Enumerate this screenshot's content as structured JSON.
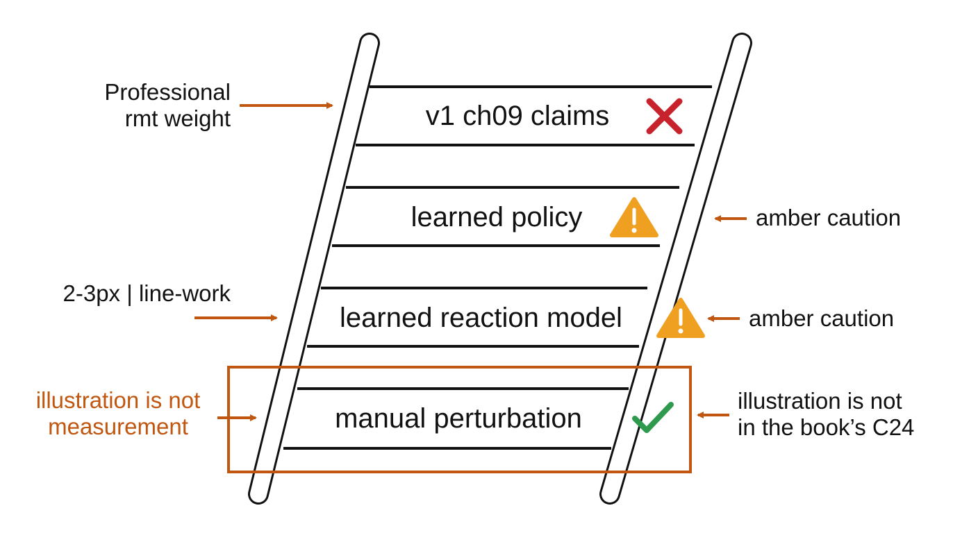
{
  "colors": {
    "line": "#111111",
    "arrow": "#c0560f",
    "highlight_box": "#c0560f",
    "cross": "#c8232c",
    "warning": "#f0a020",
    "check": "#2f9a4e"
  },
  "rungs": [
    {
      "label": "v1 ch09 claims",
      "icon": "cross-icon"
    },
    {
      "label": "learned policy",
      "icon": "warning-icon"
    },
    {
      "label": "learned reaction model",
      "icon": "warning-icon"
    },
    {
      "label": "manual perturbation",
      "icon": "check-icon"
    }
  ],
  "left_annotations": [
    {
      "lines": [
        "Professional",
        "rmt weight"
      ]
    },
    {
      "lines": [
        "2-3px | line-work"
      ]
    },
    {
      "lines": [
        "illustration is not",
        "measurement"
      ]
    }
  ],
  "right_annotations": [
    {
      "lines": [
        "amber caution"
      ]
    },
    {
      "lines": [
        "amber caution"
      ]
    },
    {
      "lines": [
        "illustration is not",
        "in the book’s C24"
      ]
    }
  ]
}
